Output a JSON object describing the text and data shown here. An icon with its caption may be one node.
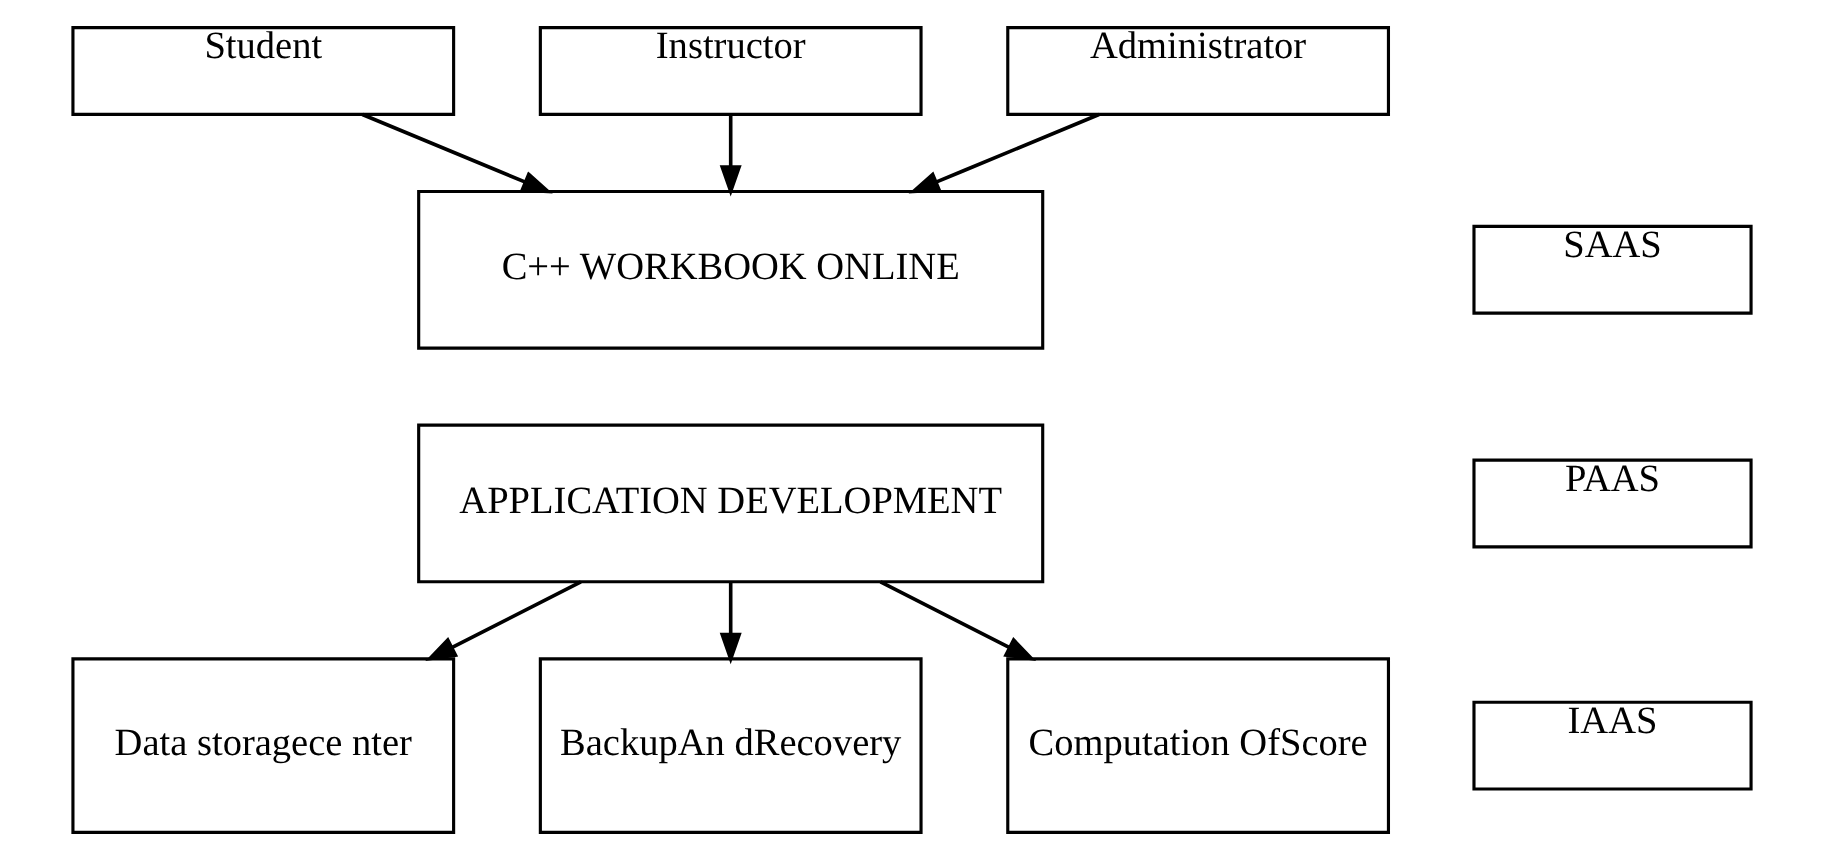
{
  "diagram": {
    "nodes": [
      {
        "text": [
          "Student"
        ]
      },
      {
        "text": [
          "Instructor"
        ]
      },
      {
        "text": [
          "Administrator"
        ]
      },
      {
        "text": [
          "C++ WORKBOOK ONLINE"
        ]
      },
      {
        "text": [
          "APPLICATION DEVELOPMENT"
        ]
      },
      {
        "text": [
          "SAAS"
        ]
      },
      {
        "text": [
          "PAAS"
        ]
      },
      {
        "text": [
          "IAAS"
        ]
      },
      {
        "text": [
          "Data storagece nter"
        ]
      },
      {
        "text": [
          "BackupAn dRecovery"
        ]
      },
      {
        "text": [
          "Computation OfScore"
        ]
      }
    ],
    "edges": [
      {
        "from": 0,
        "to": 3,
        "arrow": "to"
      },
      {
        "from": 1,
        "to": 3,
        "arrow": "to"
      },
      {
        "from": 2,
        "to": 3,
        "arrow": "to"
      },
      {
        "from": 4,
        "to": 8,
        "arrow": "to"
      },
      {
        "from": 4,
        "to": 9,
        "arrow": "to"
      },
      {
        "from": 4,
        "to": 10,
        "arrow": "to"
      }
    ]
  }
}
